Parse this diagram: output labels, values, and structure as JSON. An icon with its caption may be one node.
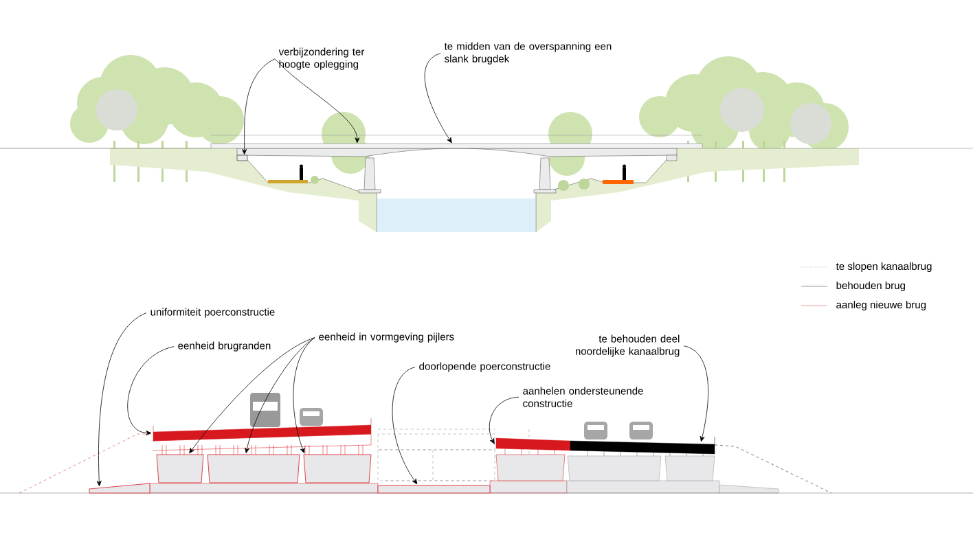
{
  "diagram": {
    "nodes": [
      {
        "text": [
          "verbijzondering ter hoogte oplegging"
        ]
      },
      {
        "text": [
          "te midden van de overspanning een slank brugdek"
        ]
      },
      {
        "text": [
          "uniformiteit poerconstructie"
        ]
      },
      {
        "text": [
          "eenheid brugranden"
        ]
      },
      {
        "text": [
          "eenheid in vormgeving pijlers"
        ]
      },
      {
        "text": [
          "doorlopende poerconstructie"
        ]
      },
      {
        "text": [
          "aanhelen ondersteunende constructie"
        ]
      },
      {
        "text": [
          "te behouden deel noordelijke kanaalbrug"
        ]
      },
      {
        "text": [],
        "shape": "box"
      },
      {
        "text": [],
        "shape": "bar"
      },
      {
        "text": [],
        "shape": "box"
      },
      {
        "text": [],
        "shape": "bar"
      },
      {
        "text": [],
        "shape": "box"
      },
      {
        "text": [],
        "shape": "box"
      },
      {
        "text": [],
        "shape": "box"
      },
      {
        "text": [],
        "shape": "box"
      },
      {
        "text": [],
        "shape": "bar"
      },
      {
        "text": [],
        "shape": "bar"
      }
    ],
    "edges": [
      {
        "from": 0,
        "to": 8,
        "arrow": "to"
      },
      {
        "from": 0,
        "to": 9,
        "arrow": "to"
      },
      {
        "from": 1,
        "to": 9,
        "arrow": "to"
      },
      {
        "from": 2,
        "to": 10,
        "arrow": "to"
      },
      {
        "from": 3,
        "to": 11,
        "arrow": "to"
      },
      {
        "from": 4,
        "to": 12,
        "arrow": "to"
      },
      {
        "from": 4,
        "to": 13,
        "arrow": "to"
      },
      {
        "from": 4,
        "to": 14,
        "arrow": "to"
      },
      {
        "from": 5,
        "to": 15,
        "arrow": "to"
      },
      {
        "from": 6,
        "to": 16,
        "arrow": "to"
      },
      {
        "from": 7,
        "to": 17,
        "arrow": "to"
      }
    ],
    "legend": [
      {
        "text": "te slopen kanaalbrug"
      },
      {
        "text": "behouden brug"
      },
      {
        "text": "aanleg nieuwe brug"
      }
    ]
  }
}
